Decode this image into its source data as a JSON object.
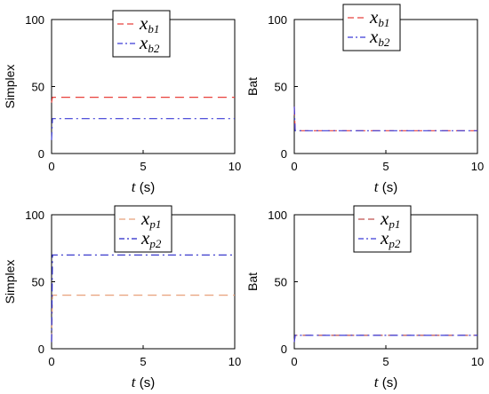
{
  "chart_data": [
    {
      "type": "line",
      "ylabel": "Simplex",
      "xlabel_var": "t",
      "xlabel_unit": "(s)",
      "xlim": [
        0,
        10
      ],
      "ylim": [
        0,
        100
      ],
      "xticks": [
        "0",
        "5",
        "10"
      ],
      "yticks": [
        "0",
        "50",
        "100"
      ],
      "grid": false,
      "legend": "top-center",
      "series": [
        {
          "name_main": "x",
          "name_sub": "b1",
          "color": "#e8413c",
          "dash": "dashed",
          "x": [
            0,
            0.05,
            0.1,
            10
          ],
          "y": [
            38,
            42,
            42,
            42
          ]
        },
        {
          "name_main": "x",
          "name_sub": "b2",
          "color": "#3b3bd6",
          "dash": "dashdot",
          "x": [
            0,
            0.05,
            0.1,
            10
          ],
          "y": [
            10,
            26,
            26,
            26
          ]
        }
      ]
    },
    {
      "type": "line",
      "ylabel": "Bat",
      "xlabel_var": "t",
      "xlabel_unit": "(s)",
      "xlim": [
        0,
        10
      ],
      "ylim": [
        0,
        100
      ],
      "xticks": [
        "0",
        "5",
        "10"
      ],
      "yticks": [
        "0",
        "50",
        "100"
      ],
      "grid": false,
      "legend": "top-center",
      "series": [
        {
          "name_main": "x",
          "name_sub": "b1",
          "color": "#e8413c",
          "dash": "dashed",
          "x": [
            0,
            0.05,
            0.1,
            10
          ],
          "y": [
            35,
            17,
            17,
            17
          ]
        },
        {
          "name_main": "x",
          "name_sub": "b2",
          "color": "#3b3bd6",
          "dash": "dashdot",
          "x": [
            0,
            0.05,
            0.1,
            10
          ],
          "y": [
            35,
            17,
            17,
            17
          ]
        }
      ]
    },
    {
      "type": "line",
      "ylabel": "Simplex",
      "xlabel_var": "t",
      "xlabel_unit": "(s)",
      "xlim": [
        0,
        10
      ],
      "ylim": [
        0,
        100
      ],
      "xticks": [
        "0",
        "5",
        "10"
      ],
      "yticks": [
        "0",
        "50",
        "100"
      ],
      "grid": false,
      "legend": "top-center",
      "series": [
        {
          "name_main": "x",
          "name_sub": "p1",
          "color": "#e8a07a",
          "dash": "dashed",
          "x": [
            0,
            0.05,
            0.1,
            10
          ],
          "y": [
            5,
            40,
            40,
            40
          ]
        },
        {
          "name_main": "x",
          "name_sub": "p2",
          "color": "#2424c8",
          "dash": "dashdot",
          "x": [
            0,
            0.05,
            0.1,
            10
          ],
          "y": [
            5,
            70,
            70,
            70
          ]
        }
      ]
    },
    {
      "type": "line",
      "ylabel": "Bat",
      "xlabel_var": "t",
      "xlabel_unit": "(s)",
      "xlim": [
        0,
        10
      ],
      "ylim": [
        0,
        100
      ],
      "xticks": [
        "0",
        "5",
        "10"
      ],
      "yticks": [
        "0",
        "50",
        "100"
      ],
      "grid": false,
      "legend": "top-center",
      "series": [
        {
          "name_main": "x",
          "name_sub": "p1",
          "color": "#c0504d",
          "dash": "dashed",
          "x": [
            0,
            0.05,
            0.1,
            10
          ],
          "y": [
            5,
            10,
            10,
            10
          ]
        },
        {
          "name_main": "x",
          "name_sub": "p2",
          "color": "#3b3bd6",
          "dash": "dashdot",
          "x": [
            0,
            0.05,
            0.1,
            10
          ],
          "y": [
            5,
            10,
            10,
            10
          ]
        }
      ]
    }
  ]
}
